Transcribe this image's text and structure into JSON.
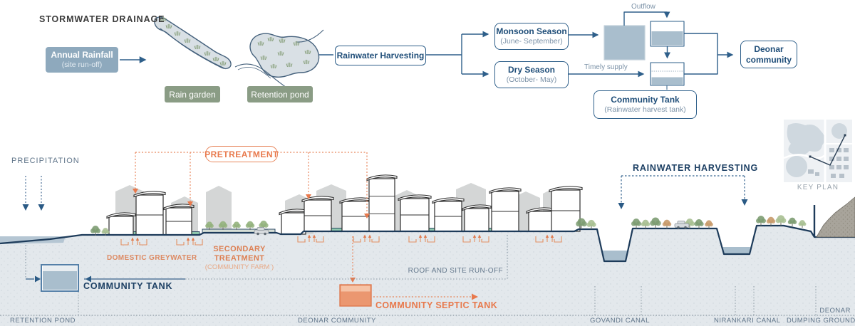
{
  "title": "STORMWATER DRAINAGE",
  "colors": {
    "accent_blue": "#2e5f8a",
    "navy_text": "#1c3f63",
    "steel_fill": "#8ea9bd",
    "sage_fill": "#8a9c85",
    "tank_water": "#a9becd",
    "accent_orange": "#e8794c",
    "muted_label": "#64788c"
  },
  "flow": {
    "annual_rainfall_1": "Annual Rainfall",
    "annual_rainfall_2": "(site run-off)",
    "rain_garden": "Rain garden",
    "retention_pond": "Retention pond",
    "rainwater_harvesting": "Rainwater Harvesting",
    "monsoon_1": "Monsoon Season",
    "monsoon_2": "(June- September)",
    "dry_1": "Dry Season",
    "dry_2": "(October- May)",
    "outflow": "Outflow",
    "timely_supply": "Timely supply",
    "deonar_1": "Deonar",
    "deonar_2": "community",
    "community_tank_1": "Community Tank",
    "community_tank_2": "(Rainwater harvest tank)"
  },
  "section": {
    "precipitation": "PRECIPITATION",
    "pretreatment": "PRETREATMENT",
    "domestic_greywater": "DOMESTIC GREYWATER",
    "secondary_1": "SECONDARY",
    "secondary_2": "TREATMENT",
    "secondary_3": "(COMMUNITY FARM )",
    "community_tank": "COMMUNITY TANK",
    "roof_runoff": "ROOF AND SITE RUN-OFF",
    "septic_tank": "COMMUNITY SEPTIC TANK",
    "rainwater_harvesting": "RAINWATER HARVESTING",
    "key_plan": "KEY PLAN",
    "zone_retention_pond": "RETENTION POND",
    "zone_deonar_community": "DEONAR COMMUNITY",
    "zone_govandi_canal": "GOVANDI CANAL",
    "zone_nirankari_canal": "NIRANKARI CANAL",
    "zone_dumping_1": "DEONAR",
    "zone_dumping_2": "DUMPING GROUND"
  }
}
